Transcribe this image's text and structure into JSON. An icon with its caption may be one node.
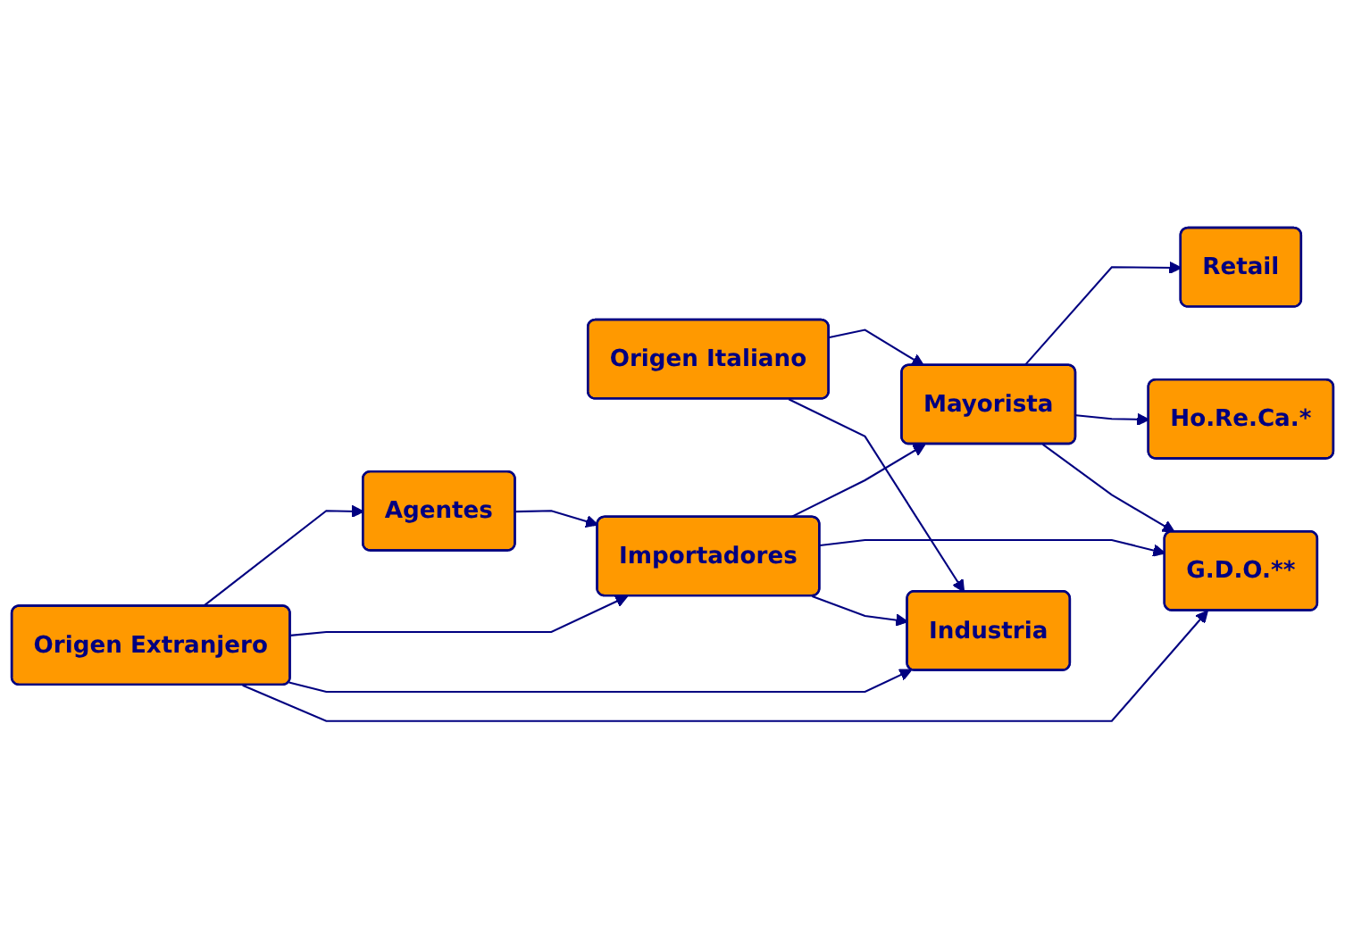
{
  "diagram": {
    "nodes": [
      {
        "text": [
          "Origen Italiano"
        ]
      },
      {
        "text": [
          "Mayorista"
        ]
      },
      {
        "text": [
          "Retail"
        ]
      },
      {
        "text": [
          "Ho.Re.Ca.*"
        ]
      },
      {
        "text": [
          "Agentes"
        ]
      },
      {
        "text": [
          "Importadores"
        ]
      },
      {
        "text": [
          "G.D.O.**"
        ]
      },
      {
        "text": [
          "Origen Extranjero"
        ]
      },
      {
        "text": [
          "Industria"
        ]
      }
    ],
    "edges": [
      {
        "from": 0,
        "to": 1,
        "arrow": "to"
      },
      {
        "from": 1,
        "to": 2,
        "arrow": "to"
      },
      {
        "from": 1,
        "to": 3,
        "arrow": "to"
      },
      {
        "from": 1,
        "to": 6,
        "arrow": "to"
      },
      {
        "from": 5,
        "to": 1,
        "arrow": "to"
      },
      {
        "from": 4,
        "to": 5,
        "arrow": "to"
      },
      {
        "from": 7,
        "to": 4,
        "arrow": "to"
      },
      {
        "from": 7,
        "to": 5,
        "arrow": "to"
      },
      {
        "from": 5,
        "to": 6,
        "arrow": "to"
      },
      {
        "from": 5,
        "to": 8,
        "arrow": "to"
      },
      {
        "from": 7,
        "to": 8,
        "arrow": "to"
      },
      {
        "from": 7,
        "to": 6,
        "arrow": "to"
      },
      {
        "from": 0,
        "to": 8,
        "arrow": "to"
      }
    ]
  }
}
